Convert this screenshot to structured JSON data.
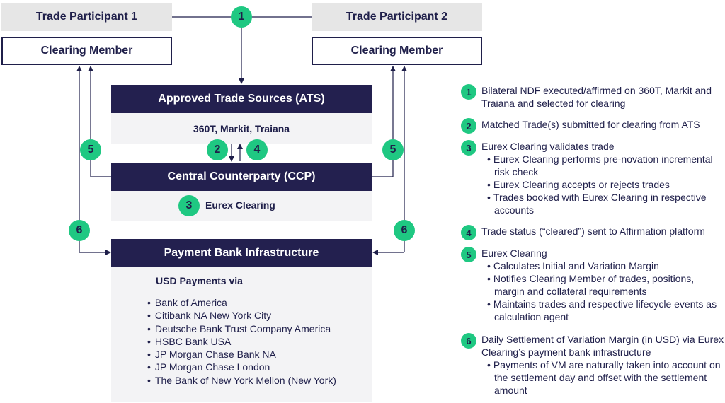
{
  "participants": {
    "left": "Trade Participant 1",
    "right": "Trade Participant 2"
  },
  "clearing_member": {
    "left": "Clearing Member",
    "right": "Clearing Member"
  },
  "ats": {
    "title": "Approved Trade Sources (ATS)",
    "sources": "360T, Markit, Traiana"
  },
  "ccp": {
    "title": "Central Counterparty (CCP)",
    "name": "Eurex Clearing"
  },
  "payment": {
    "title": "Payment Bank Infrastructure",
    "subtitle": "USD Payments via",
    "banks": [
      "Bank of America",
      "Citibank NA New York City",
      "Deutsche Bank Trust Company America",
      "HSBC Bank USA",
      "JP Morgan Chase Bank NA",
      "JP Morgan Chase London",
      "The Bank of New York Mellon (New York)"
    ]
  },
  "steps": {
    "s1": "1",
    "s2": "2",
    "s3": "3",
    "s4": "4",
    "s5": "5",
    "s6": "6"
  },
  "legend": [
    {
      "num": "1",
      "text": "Bilateral NDF executed/affirmed on 360T, Markit and Traiana and selected for clearing",
      "bullets": []
    },
    {
      "num": "2",
      "text": "Matched Trade(s) submitted for clearing from ATS",
      "bullets": []
    },
    {
      "num": "3",
      "text": "Eurex Clearing validates trade",
      "bullets": [
        "Eurex Clearing performs pre-novation incremental risk check",
        "Eurex Clearing accepts or rejects trades",
        "Trades booked with Eurex Clearing in respective accounts"
      ]
    },
    {
      "num": "4",
      "text": "Trade status (“cleared”) sent to Affirmation platform",
      "bullets": []
    },
    {
      "num": "5",
      "text": "Eurex Clearing",
      "bullets": [
        "Calculates Initial and Variation Margin",
        "Notifies Clearing Member of trades, positions, margin and collateral requirements",
        "Maintains trades and respective lifecycle events as calculation agent"
      ]
    },
    {
      "num": "6",
      "text": "Daily Settlement of Variation Margin (in USD) via Eurex Clearing’s payment bank infrastructure",
      "bullets": [
        "Payments of VM are naturally taken into account on the settlement day and offset with the settlement amount"
      ]
    }
  ],
  "colors": {
    "navy": "#23204f",
    "green": "#1fc882",
    "gray": "#e6e6e6",
    "panel": "#f3f3f5"
  }
}
